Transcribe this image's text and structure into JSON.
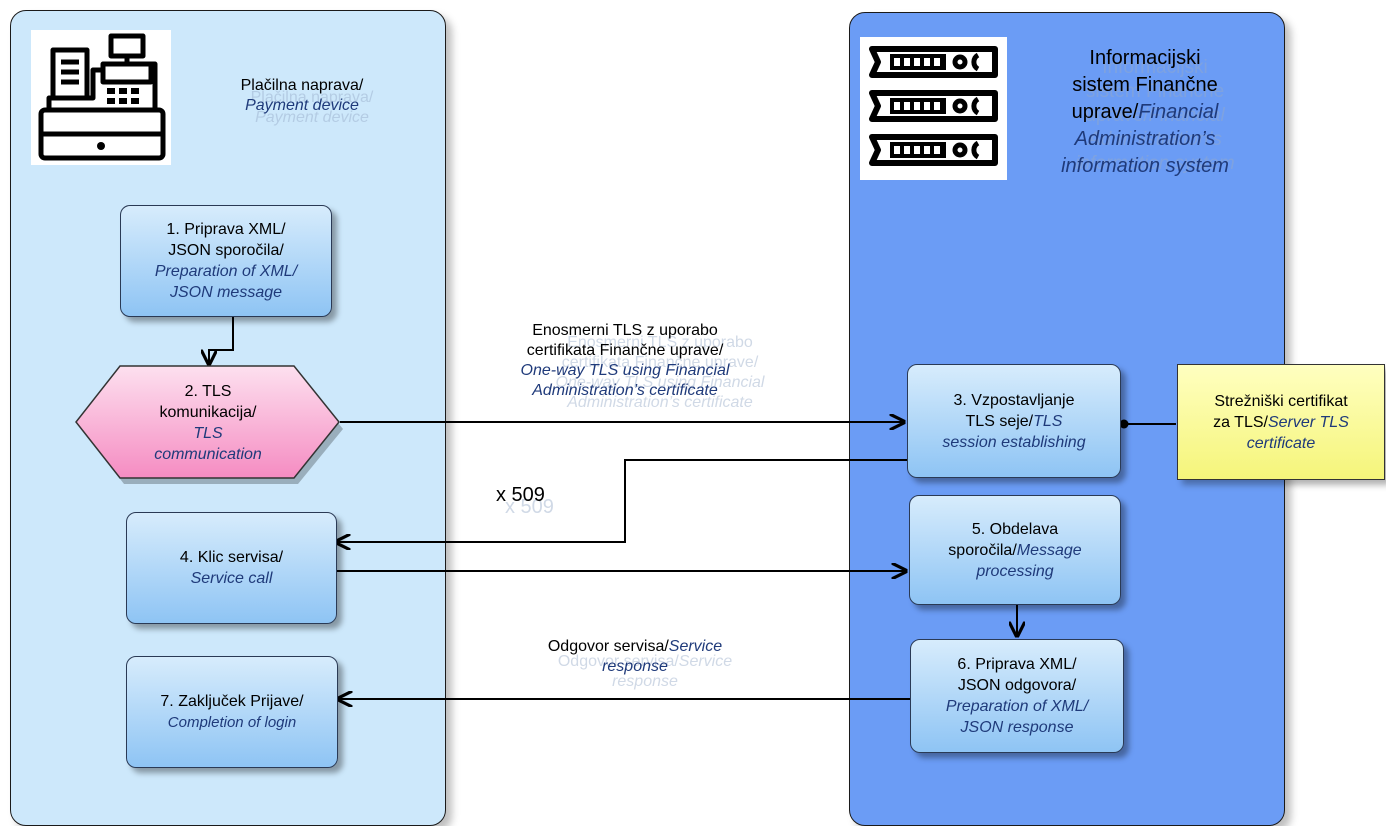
{
  "left_lane": {
    "title_line1": "Plačilna naprava/",
    "title_line2": "Payment device"
  },
  "right_lane": {
    "title_line1": "Informacijski",
    "title_line2": "sistem Finančne",
    "title_line3_plain": "uprave/",
    "title_line3_italic": "Financial",
    "title_line4": "Administration’s",
    "title_line5": "information system"
  },
  "steps": {
    "s1": {
      "sl1": "1. Priprava XML/",
      "sl2": "JSON sporočila/",
      "en1": "Preparation of XML/",
      "en2": "JSON message"
    },
    "s2": {
      "sl1": "2. TLS",
      "sl2": "komunikacija/",
      "en1": "TLS",
      "en2": "communication"
    },
    "s3": {
      "sl1": "3. Vzpostavljanje",
      "sl2_plain": "TLS seje/",
      "sl2_italic": "TLS",
      "en2": "session establishing"
    },
    "s4": {
      "sl1": "4. Klic servisa/",
      "en1": "Service call"
    },
    "s5": {
      "sl1": "5. Obdelava",
      "sl2_plain": "sporočila/",
      "sl2_italic": "Message",
      "en2": "processing"
    },
    "s6": {
      "sl1": "6. Priprava XML/",
      "sl2": "JSON odgovora/",
      "en1": "Preparation of XML/",
      "en2": "JSON response"
    },
    "s7": {
      "sl1": "7. Zaključek Prijave/",
      "en1": "Completion of login"
    }
  },
  "certificate": {
    "line1": "Strežniški certifikat",
    "line2_plain": "za TLS/",
    "line2_italic": "Server TLS",
    "line3": "certificate"
  },
  "connector_labels": {
    "tls_sl1": "Enosmerni TLS z uporabo",
    "tls_sl2": "certifikata Finančne uprave/",
    "tls_en1": "One-way TLS using Financial",
    "tls_en2": "Administration’s certificate",
    "x509": "x 509",
    "resp_plain": "Odgovor servisa/",
    "resp_italic1": "Service",
    "resp_italic2": "response"
  },
  "icons": {
    "left": "cash-register-icon",
    "right": "server-rack-icon"
  },
  "colors": {
    "left_lane": "#cde8fb",
    "right_lane": "#6b9cf5",
    "step_fill": "#8ec4f4",
    "hexagon_fill": "#f7a7cf",
    "certificate_fill": "#ffff99",
    "english_text": "#1f3a7a"
  }
}
